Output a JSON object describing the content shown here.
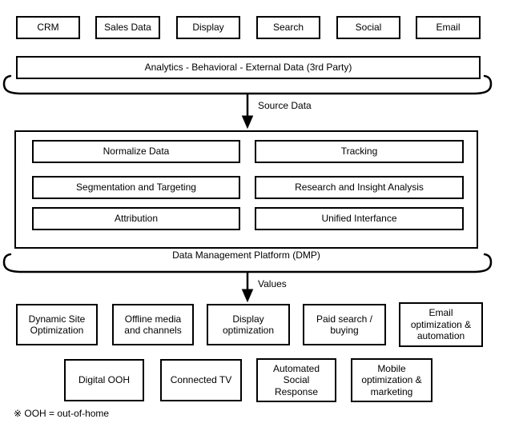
{
  "sources": {
    "items": [
      "CRM",
      "Sales Data",
      "Display",
      "Search",
      "Social",
      "Email"
    ]
  },
  "analytics": {
    "label": "Analytics - Behavioral - External Data (3rd Party)"
  },
  "flow": {
    "source_data_label": "Source Data",
    "values_label": "Values"
  },
  "dmp": {
    "caption": "Data Management Platform (DMP)",
    "cells": {
      "normalize": "Normalize Data",
      "tracking": "Tracking",
      "segmentation": "Segmentation and Targeting",
      "research": "Research and Insight Analysis",
      "attribution": "Attribution",
      "unified": "Unified Interfance"
    }
  },
  "outcomes": {
    "row1": [
      "Dynamic Site Optimization",
      "Offline media and channels",
      "Display optimization",
      "Paid search / buying",
      "Email optimization & automation"
    ],
    "row2": [
      "Digital OOH",
      "Connected TV",
      "Automated Social Response",
      "Mobile optimization & marketing"
    ]
  },
  "footnote": "※ OOH = out-of-home",
  "colors": {
    "stroke": "#000000",
    "fill": "#ffffff",
    "text": "#000000"
  }
}
